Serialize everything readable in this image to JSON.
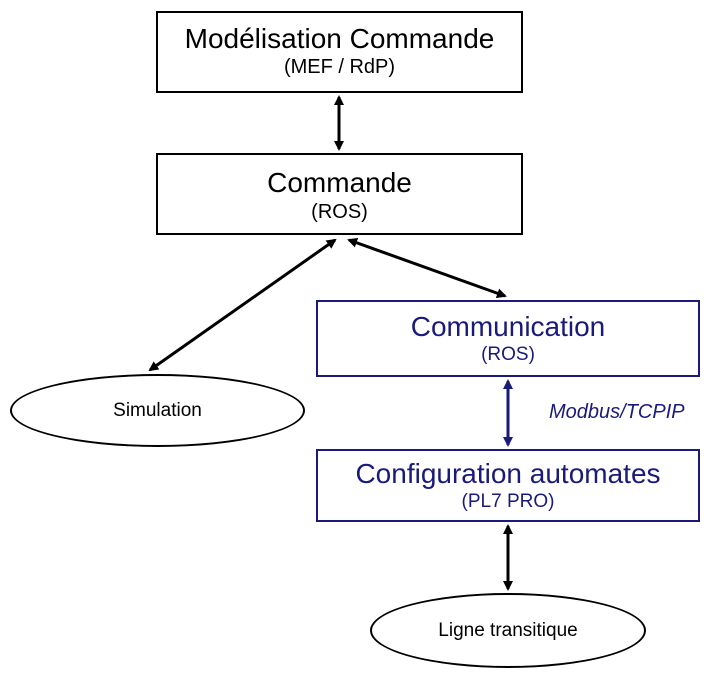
{
  "nodes": {
    "modelisation": {
      "title": "Modélisation Commande",
      "subtitle": "(MEF / RdP)"
    },
    "commande": {
      "title": "Commande",
      "subtitle": "(ROS)"
    },
    "communication": {
      "title": "Communication",
      "subtitle": "(ROS)"
    },
    "configuration": {
      "title": "Configuration automates",
      "subtitle": "(PL7 PRO)"
    },
    "simulation": {
      "label": "Simulation"
    },
    "ligne": {
      "label": "Ligne transitique"
    }
  },
  "edges": {
    "modbus_label": "Modbus/TCPIP"
  },
  "colors": {
    "black": "#000000",
    "navy": "#1a1a7a"
  }
}
